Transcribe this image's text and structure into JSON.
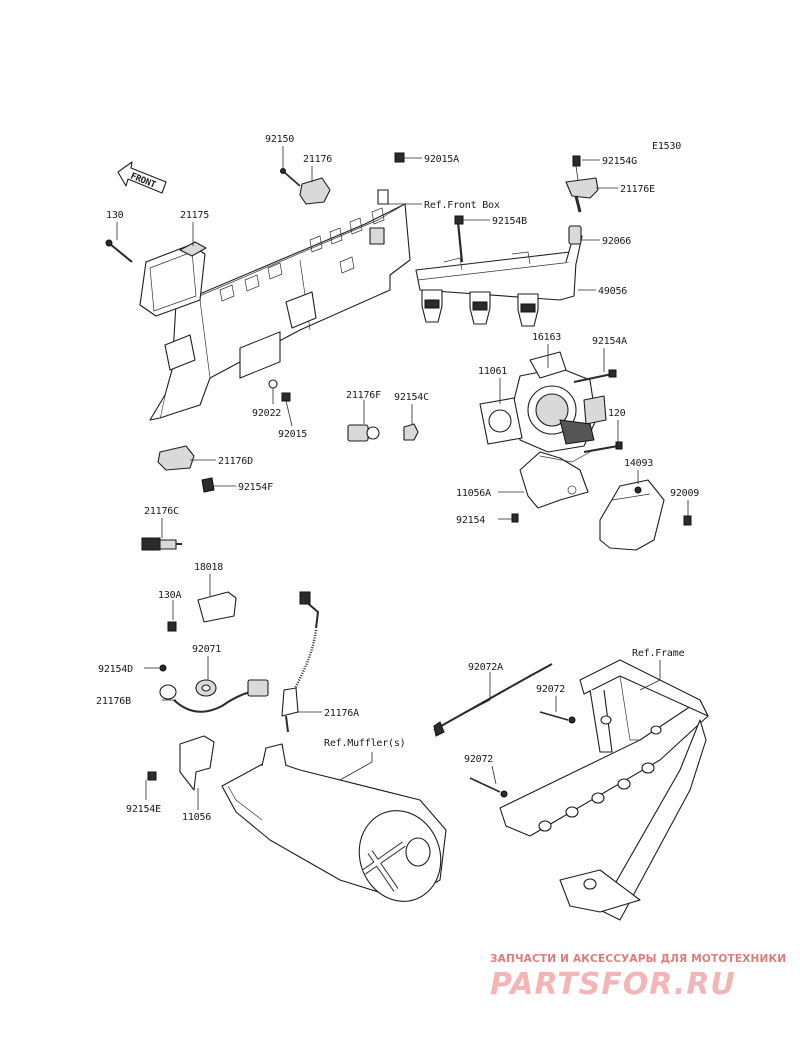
{
  "diagram_code": "E1530",
  "front_arrow_label": "FRONT",
  "references": {
    "front_box": "Ref.Front Box",
    "muffler": "Ref.Muffler(s)",
    "frame": "Ref.Frame"
  },
  "parts": {
    "p92150": "92150",
    "p21176": "21176",
    "p92015A": "92015A",
    "p130": "130",
    "p21175": "21175",
    "p92154B": "92154B",
    "p92154G": "92154G",
    "p21176E": "21176E",
    "p92066": "92066",
    "p49056": "49056",
    "p16163": "16163",
    "p92154A": "92154A",
    "p11061": "11061",
    "p120": "120",
    "p14093": "14093",
    "p92009": "92009",
    "p11056A": "11056A",
    "p92154": "92154",
    "p92022": "92022",
    "p92015": "92015",
    "p21176F": "21176F",
    "p92154C": "92154C",
    "p21176D": "21176D",
    "p92154F": "92154F",
    "p21176C": "21176C",
    "p18018": "18018",
    "p130A": "130A",
    "p92154D": "92154D",
    "p92071": "92071",
    "p21176B": "21176B",
    "p21176A": "21176A",
    "p92154E": "92154E",
    "p11056": "11056",
    "p92072A": "92072A",
    "p92072": "92072",
    "p92072b": "92072"
  },
  "watermark": {
    "subtitle": "ЗАПЧАСТИ И АКСЕССУАРЫ ДЛЯ МОТОТЕХНИКИ",
    "brand": "PARTSFOR.RU"
  }
}
